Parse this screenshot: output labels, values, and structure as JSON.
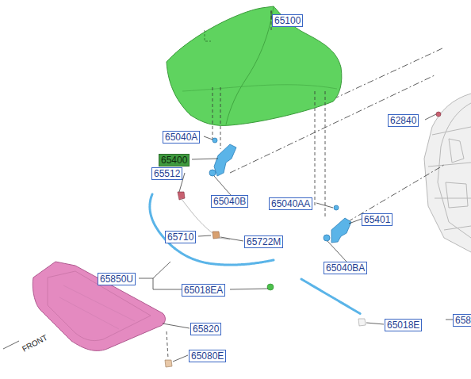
{
  "diagram": {
    "labels": [
      "65100",
      "62840",
      "65040A",
      "65400",
      "65512",
      "65040B",
      "65040AA",
      "65401",
      "65710",
      "65722M",
      "65850U",
      "65040BA",
      "65018EA",
      "65018E",
      "658",
      "65820",
      "65080E",
      "FRONT"
    ]
  }
}
